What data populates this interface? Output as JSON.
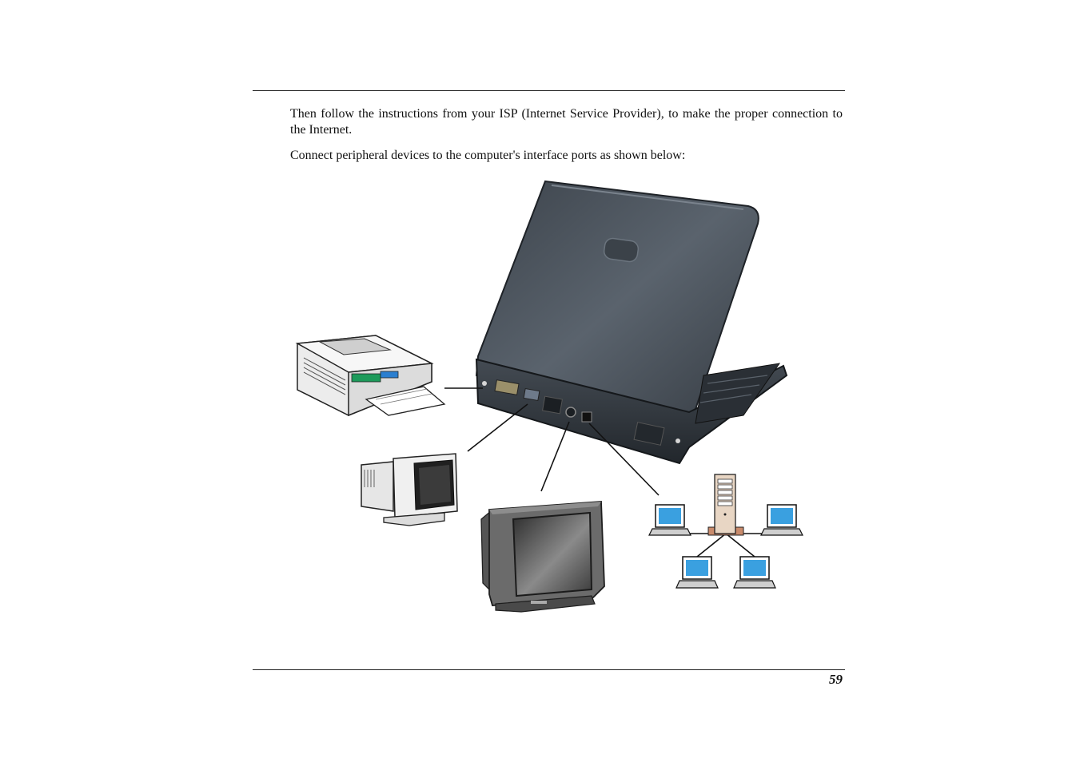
{
  "document": {
    "paragraphs": [
      "Then follow the instructions from your ISP (Internet Service Provider), to make the proper connection to the Internet.",
      "Connect peripheral devices to the computer's interface ports as shown below:"
    ],
    "page_number": "59"
  },
  "figure": {
    "devices": [
      "printer-icon",
      "crt-monitor-icon",
      "television-icon",
      "network-icon",
      "laptop-rear-icon"
    ],
    "colors": {
      "laptop_lid": "#4a525b",
      "laptop_base": "#2f353c",
      "screen_blue": "#3aa0e0",
      "server_tan": "#e8d6c4",
      "line": "#111111"
    }
  }
}
